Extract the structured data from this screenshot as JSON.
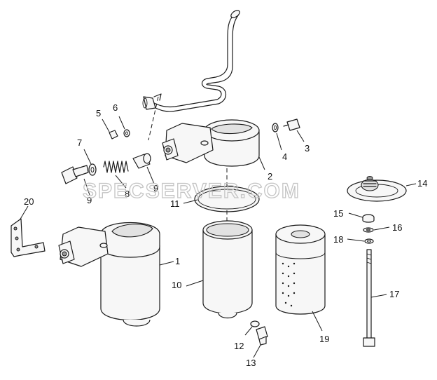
{
  "watermark": "SPECSERVER.COM",
  "callouts": [
    {
      "id": "c1",
      "label": "1"
    },
    {
      "id": "c2",
      "label": "2"
    },
    {
      "id": "c3",
      "label": "3"
    },
    {
      "id": "c4",
      "label": "4"
    },
    {
      "id": "c5",
      "label": "5"
    },
    {
      "id": "c6",
      "label": "6"
    },
    {
      "id": "c7",
      "label": "7"
    },
    {
      "id": "c8",
      "label": "8"
    },
    {
      "id": "c9a",
      "label": "9"
    },
    {
      "id": "c9b",
      "label": "9"
    },
    {
      "id": "c10",
      "label": "10"
    },
    {
      "id": "c11",
      "label": "11"
    },
    {
      "id": "c12",
      "label": "12"
    },
    {
      "id": "c13",
      "label": "13"
    },
    {
      "id": "c14",
      "label": "14"
    },
    {
      "id": "c15",
      "label": "15"
    },
    {
      "id": "c16",
      "label": "16"
    },
    {
      "id": "c17",
      "label": "17"
    },
    {
      "id": "c18",
      "label": "18"
    },
    {
      "id": "c19",
      "label": "19"
    },
    {
      "id": "c20",
      "label": "20"
    }
  ]
}
